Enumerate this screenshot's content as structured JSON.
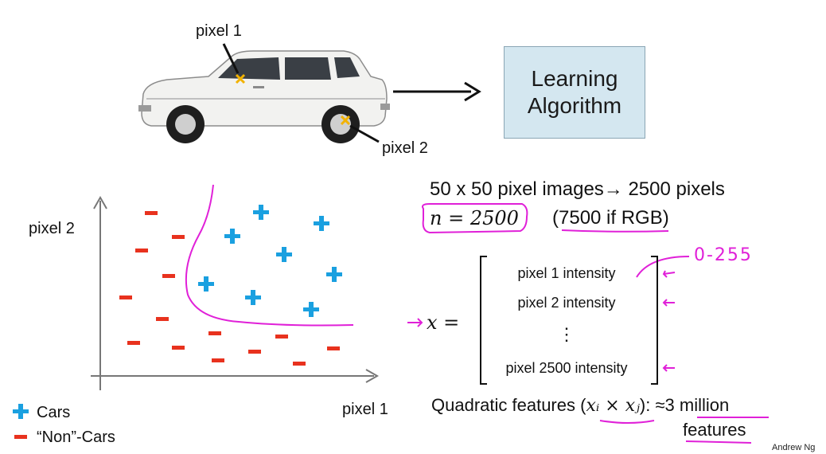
{
  "top": {
    "pixel1_label": "pixel 1",
    "pixel2_label": "pixel 2",
    "algorithm_line1": "Learning",
    "algorithm_line2": "Algorithm"
  },
  "scatter": {
    "y_axis_label": "pixel 2",
    "x_axis_label": "pixel 1",
    "legend": [
      {
        "symbol": "+",
        "label": "Cars",
        "color": "#1aa0e0"
      },
      {
        "symbol": "-",
        "label": "“Non”-Cars",
        "color": "#e8321e"
      }
    ]
  },
  "right": {
    "images_line": "50 x 50 pixel images→ 2500 pixels",
    "n_equation": "n = 2500",
    "rgb_note": "(7500 if RGB)",
    "range_note": "0-255",
    "x_equals": "x =",
    "vector_entries": [
      "pixel 1 intensity",
      "pixel 2 intensity",
      "⋮",
      "pixel 2500 intensity"
    ],
    "quadratic_prefix": "Quadratic features (",
    "quadratic_math": "xᵢ × xⱼ",
    "quadratic_suffix": "): ≈3 million",
    "features_word": "features"
  },
  "credit": "Andrew Ng",
  "colors": {
    "car": "#1aa0e0",
    "noncar": "#e8321e",
    "annotation": "#e020d8",
    "box": "#d4e7f0"
  }
}
